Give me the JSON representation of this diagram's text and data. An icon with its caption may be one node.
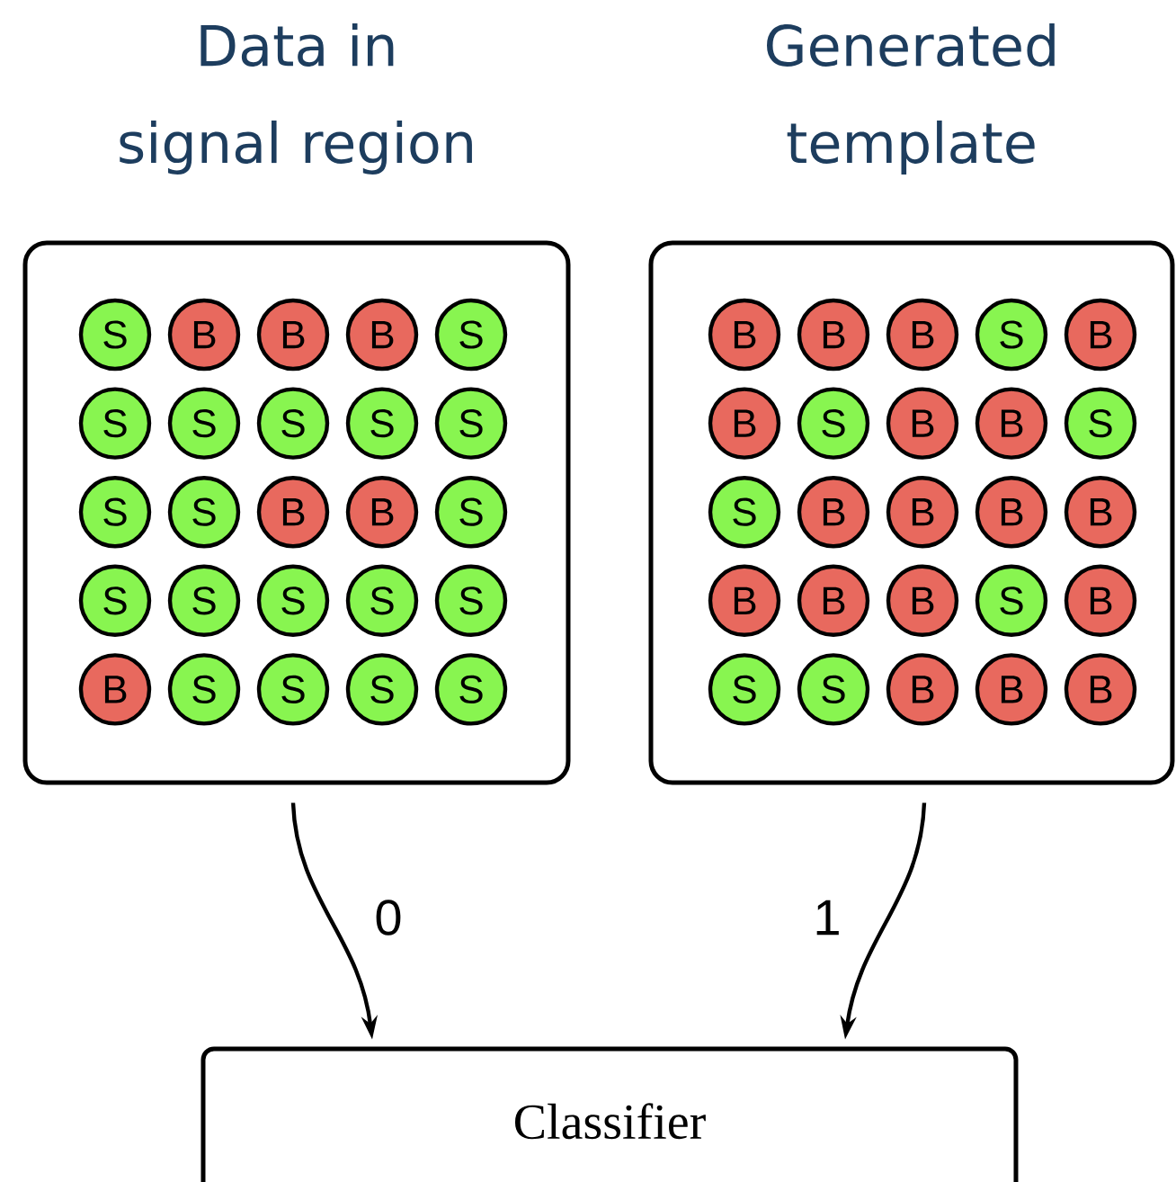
{
  "diagram": {
    "nodes": [
      {
        "text": [
          "Data in signal region"
        ]
      },
      {
        "text": [
          "S"
        ],
        "in": 0
      },
      {
        "text": [
          "B"
        ],
        "in": 0
      },
      {
        "text": [
          "B"
        ],
        "in": 0
      },
      {
        "text": [
          "B"
        ],
        "in": 0
      },
      {
        "text": [
          "S"
        ],
        "in": 0
      },
      {
        "text": [
          "S"
        ],
        "in": 0
      },
      {
        "text": [
          "S"
        ],
        "in": 0
      },
      {
        "text": [
          "S"
        ],
        "in": 0
      },
      {
        "text": [
          "S"
        ],
        "in": 0
      },
      {
        "text": [
          "S"
        ],
        "in": 0
      },
      {
        "text": [
          "S"
        ],
        "in": 0
      },
      {
        "text": [
          "S"
        ],
        "in": 0
      },
      {
        "text": [
          "B"
        ],
        "in": 0
      },
      {
        "text": [
          "B"
        ],
        "in": 0
      },
      {
        "text": [
          "S"
        ],
        "in": 0
      },
      {
        "text": [
          "S"
        ],
        "in": 0
      },
      {
        "text": [
          "S"
        ],
        "in": 0
      },
      {
        "text": [
          "S"
        ],
        "in": 0
      },
      {
        "text": [
          "S"
        ],
        "in": 0
      },
      {
        "text": [
          "S"
        ],
        "in": 0
      },
      {
        "text": [
          "B"
        ],
        "in": 0
      },
      {
        "text": [
          "S"
        ],
        "in": 0
      },
      {
        "text": [
          "S"
        ],
        "in": 0
      },
      {
        "text": [
          "S"
        ],
        "in": 0
      },
      {
        "text": [
          "S"
        ],
        "in": 0
      },
      {
        "text": [
          "Generated template"
        ]
      },
      {
        "text": [
          "B"
        ],
        "in": 26
      },
      {
        "text": [
          "B"
        ],
        "in": 26
      },
      {
        "text": [
          "B"
        ],
        "in": 26
      },
      {
        "text": [
          "S"
        ],
        "in": 26
      },
      {
        "text": [
          "B"
        ],
        "in": 26
      },
      {
        "text": [
          "B"
        ],
        "in": 26
      },
      {
        "text": [
          "S"
        ],
        "in": 26
      },
      {
        "text": [
          "B"
        ],
        "in": 26
      },
      {
        "text": [
          "B"
        ],
        "in": 26
      },
      {
        "text": [
          "S"
        ],
        "in": 26
      },
      {
        "text": [
          "S"
        ],
        "in": 26
      },
      {
        "text": [
          "B"
        ],
        "in": 26
      },
      {
        "text": [
          "B"
        ],
        "in": 26
      },
      {
        "text": [
          "B"
        ],
        "in": 26
      },
      {
        "text": [
          "B"
        ],
        "in": 26
      },
      {
        "text": [
          "B"
        ],
        "in": 26
      },
      {
        "text": [
          "B"
        ],
        "in": 26
      },
      {
        "text": [
          "B"
        ],
        "in": 26
      },
      {
        "text": [
          "S"
        ],
        "in": 26
      },
      {
        "text": [
          "B"
        ],
        "in": 26
      },
      {
        "text": [
          "S"
        ],
        "in": 26
      },
      {
        "text": [
          "S"
        ],
        "in": 26
      },
      {
        "text": [
          "B"
        ],
        "in": 26
      },
      {
        "text": [
          "B"
        ],
        "in": 26
      },
      {
        "text": [
          "B"
        ],
        "in": 26
      },
      {
        "text": [
          "Classifier"
        ]
      }
    ],
    "edges": [
      {
        "from": 0,
        "to": 52,
        "arrow": "to",
        "label": "0"
      },
      {
        "from": 26,
        "to": 52,
        "arrow": "to",
        "label": "1"
      }
    ]
  }
}
